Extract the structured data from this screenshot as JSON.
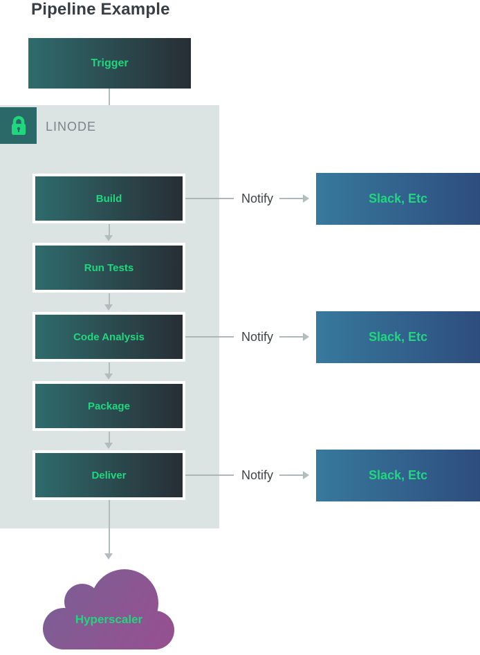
{
  "title": "Pipeline Example",
  "trigger": {
    "label": "Trigger"
  },
  "linode": {
    "label": "LINODE"
  },
  "steps": [
    {
      "label": "Build"
    },
    {
      "label": "Run Tests"
    },
    {
      "label": "Code Analysis"
    },
    {
      "label": "Package"
    },
    {
      "label": "Deliver"
    }
  ],
  "notifications": [
    {
      "label": "Notify",
      "target": "Slack, Etc"
    },
    {
      "label": "Notify",
      "target": "Slack, Etc"
    },
    {
      "label": "Notify",
      "target": "Slack, Etc"
    }
  ],
  "cloud": {
    "label": "Hyperscaler"
  },
  "colors": {
    "accent_green": "#1fd87e",
    "step_gradient_start": "#2f6b6c",
    "step_gradient_end": "#272e35",
    "slack_gradient_start": "#37799c",
    "slack_gradient_end": "#2e4d7f",
    "cloud_gradient_start": "#7a6095",
    "cloud_gradient_end": "#974f90",
    "container_bg": "#dce4e3",
    "lock_bg": "#2a6968",
    "arrow_gray": "#b3bcbc",
    "title_color": "#383e45",
    "linode_text": "#7b8487"
  }
}
